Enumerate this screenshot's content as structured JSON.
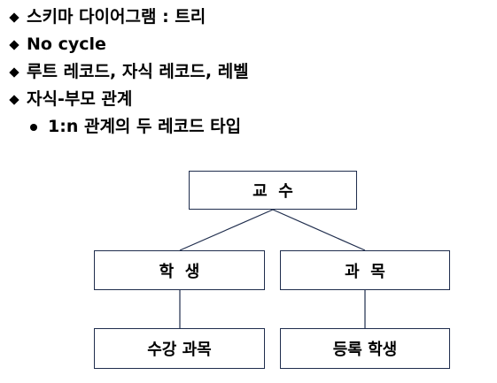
{
  "bullets": [
    {
      "text": "스키마 다이어그램 : 트리",
      "level": 1
    },
    {
      "text": "No cycle",
      "level": 1
    },
    {
      "text": "루트 레코드, 자식 레코드, 레벨",
      "level": 1
    },
    {
      "text": "자식-부모 관계",
      "level": 1
    },
    {
      "text": "1:n 관계의 두 레코드 타입",
      "level": 2
    }
  ],
  "diagram": {
    "root": "교  수",
    "children": [
      {
        "label": "학  생",
        "child": "수강 과목"
      },
      {
        "label": "과  목",
        "child": "등록 학생"
      }
    ]
  },
  "colors": {
    "border": "#1f2d4d",
    "line": "#1f2d4d"
  }
}
